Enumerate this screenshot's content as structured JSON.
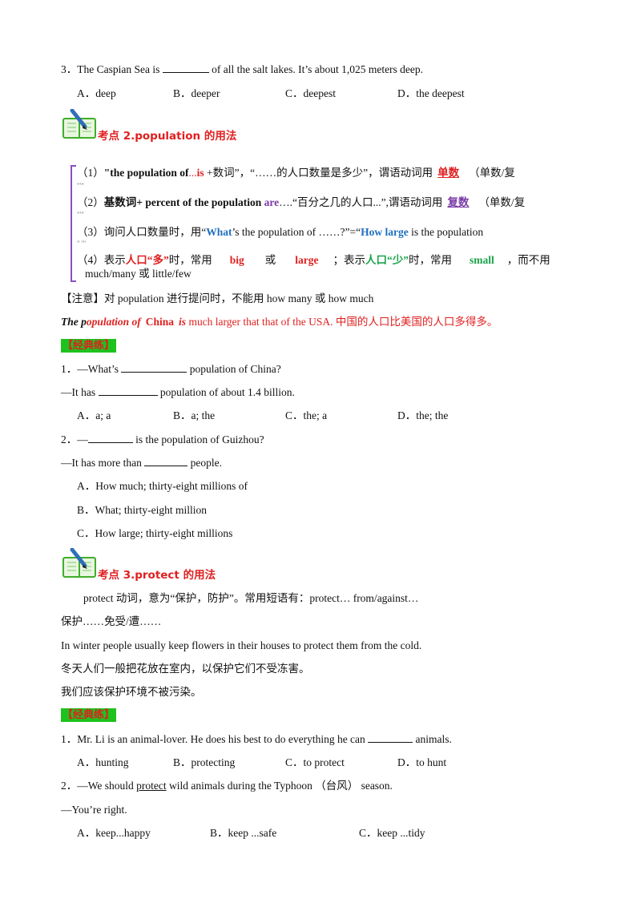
{
  "q_caspian": {
    "stem_a": "3．The Caspian Sea is",
    "stem_b": "of all the salt lakes. It’s about 1,025 meters deep.",
    "options": [
      "A．deep",
      "B．deeper",
      "C．deepest",
      "D．the deepest"
    ]
  },
  "section2": {
    "title": "考点  2.population 的用法",
    "rule1": {
      "num": "（1）",
      "a": "\"the population of",
      "b": "...",
      "c": "is",
      "d": " +数词”，“……的人口数量是多少”，谓语动词用",
      "ans": "单数",
      "e": "（单数/复"
    },
    "rule2": {
      "num": "（2）",
      "a": "基数词+  percent of the population  ",
      "b": "are",
      "c": "….“百分之几的人口...”,谓语动词用",
      "ans": "复数",
      "e": "（单数/复"
    },
    "rule3": {
      "num": "（3）",
      "a": "询问人口数量时，用“",
      "b": "What",
      "c": "’s the population of ……?”=“",
      "d": "How large",
      "e": " is the population"
    },
    "rule4": {
      "num": "（4）",
      "a": "表示",
      "b": "人口“多”",
      "c": "时，常用",
      "d": "big",
      "e": "或",
      "f": "large",
      "g": "；表示",
      "h": "人口“少”",
      "i": "时，常用",
      "j": "small",
      "k": "，而不用",
      "l": "much/many 或 little/few"
    },
    "note": "【注意】对 population 进行提问时，不能用 how many 或 how much",
    "example": {
      "a": "The p",
      "b": "opulation of",
      "c": "China",
      "d": "is",
      "e": " much larger that that of the USA.  中国的人口比美国的人口多得多。"
    }
  },
  "practice_label": "【经典练】",
  "practice2": {
    "q1_line1_a": "1．—What’s",
    "q1_line1_b": "population of China?",
    "q1_line2_a": "—It has",
    "q1_line2_b": "population of about 1.4 billion.",
    "q1_options": [
      "A．a; a",
      "B．a; the",
      "C．the; a",
      "D．the; the"
    ],
    "q2_line1_a": "2．—",
    "q2_line1_b": "is the population of Guizhou?",
    "q2_line2_a": "—It has more than",
    "q2_line2_b": "people.",
    "q2_options": [
      "A．How much; thirty-eight millions of",
      "B．What; thirty-eight million",
      "C．How large; thirty-eight millions"
    ]
  },
  "section3": {
    "title": "考点  3.protect 的用法",
    "desc1": "protect 动词，意为“保护，防护”。常用短语有：protect… from/against…",
    "desc2": "保护……免受/遭……",
    "ex_en": "In winter people usually keep flowers in their houses to protect them from the cold.",
    "ex_cn": "冬天人们一般把花放在室内，以保护它们不受冻害。",
    "ex_cn2": "我们应该保护环境不被污染。"
  },
  "practice3": {
    "q1_a": "1．Mr. Li is an animal-lover. He does his best to do everything he can",
    "q1_b": "animals.",
    "q1_options": [
      "A．hunting",
      "B．protecting",
      "C．to protect",
      "D．to hunt"
    ],
    "q2_a": "2．—We should ",
    "q2_word": "protect",
    "q2_b": " wild animals during the Typhoon  （台风）  season.",
    "q2_reply": "—You’re right.",
    "q2_options": [
      "A．keep...happy",
      "B．keep ...safe",
      "C．keep ...tidy"
    ]
  }
}
